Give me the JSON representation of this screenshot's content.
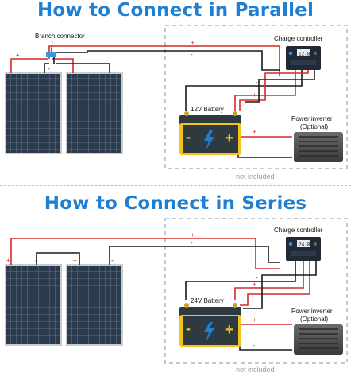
{
  "parallel": {
    "title": "How to Connect in Parallel",
    "branch_label": "Branch connector",
    "controller_label": "Charge controller",
    "controller_display": "12.8",
    "battery_label": "12V Battery",
    "inverter_label": "Power inverter",
    "inverter_note": "(Optional)",
    "not_included": "not included"
  },
  "series": {
    "title": "How to Connect in Series",
    "controller_label": "Charge controller",
    "controller_display": "24.8",
    "battery_label": "24V Battery",
    "inverter_label": "Power inverter",
    "inverter_note": "(Optional)",
    "not_included": "not included"
  },
  "symbols": {
    "plus": "+",
    "minus": "-"
  },
  "colors": {
    "title": "#1f7fd1",
    "positive_wire": "#d62828",
    "negative_wire": "#1a1a1a",
    "battery_body": "#f2c31b",
    "battery_top": "#2f3a40",
    "panel": "#2d3b4e",
    "dashed_box": "#b5b5b5"
  }
}
